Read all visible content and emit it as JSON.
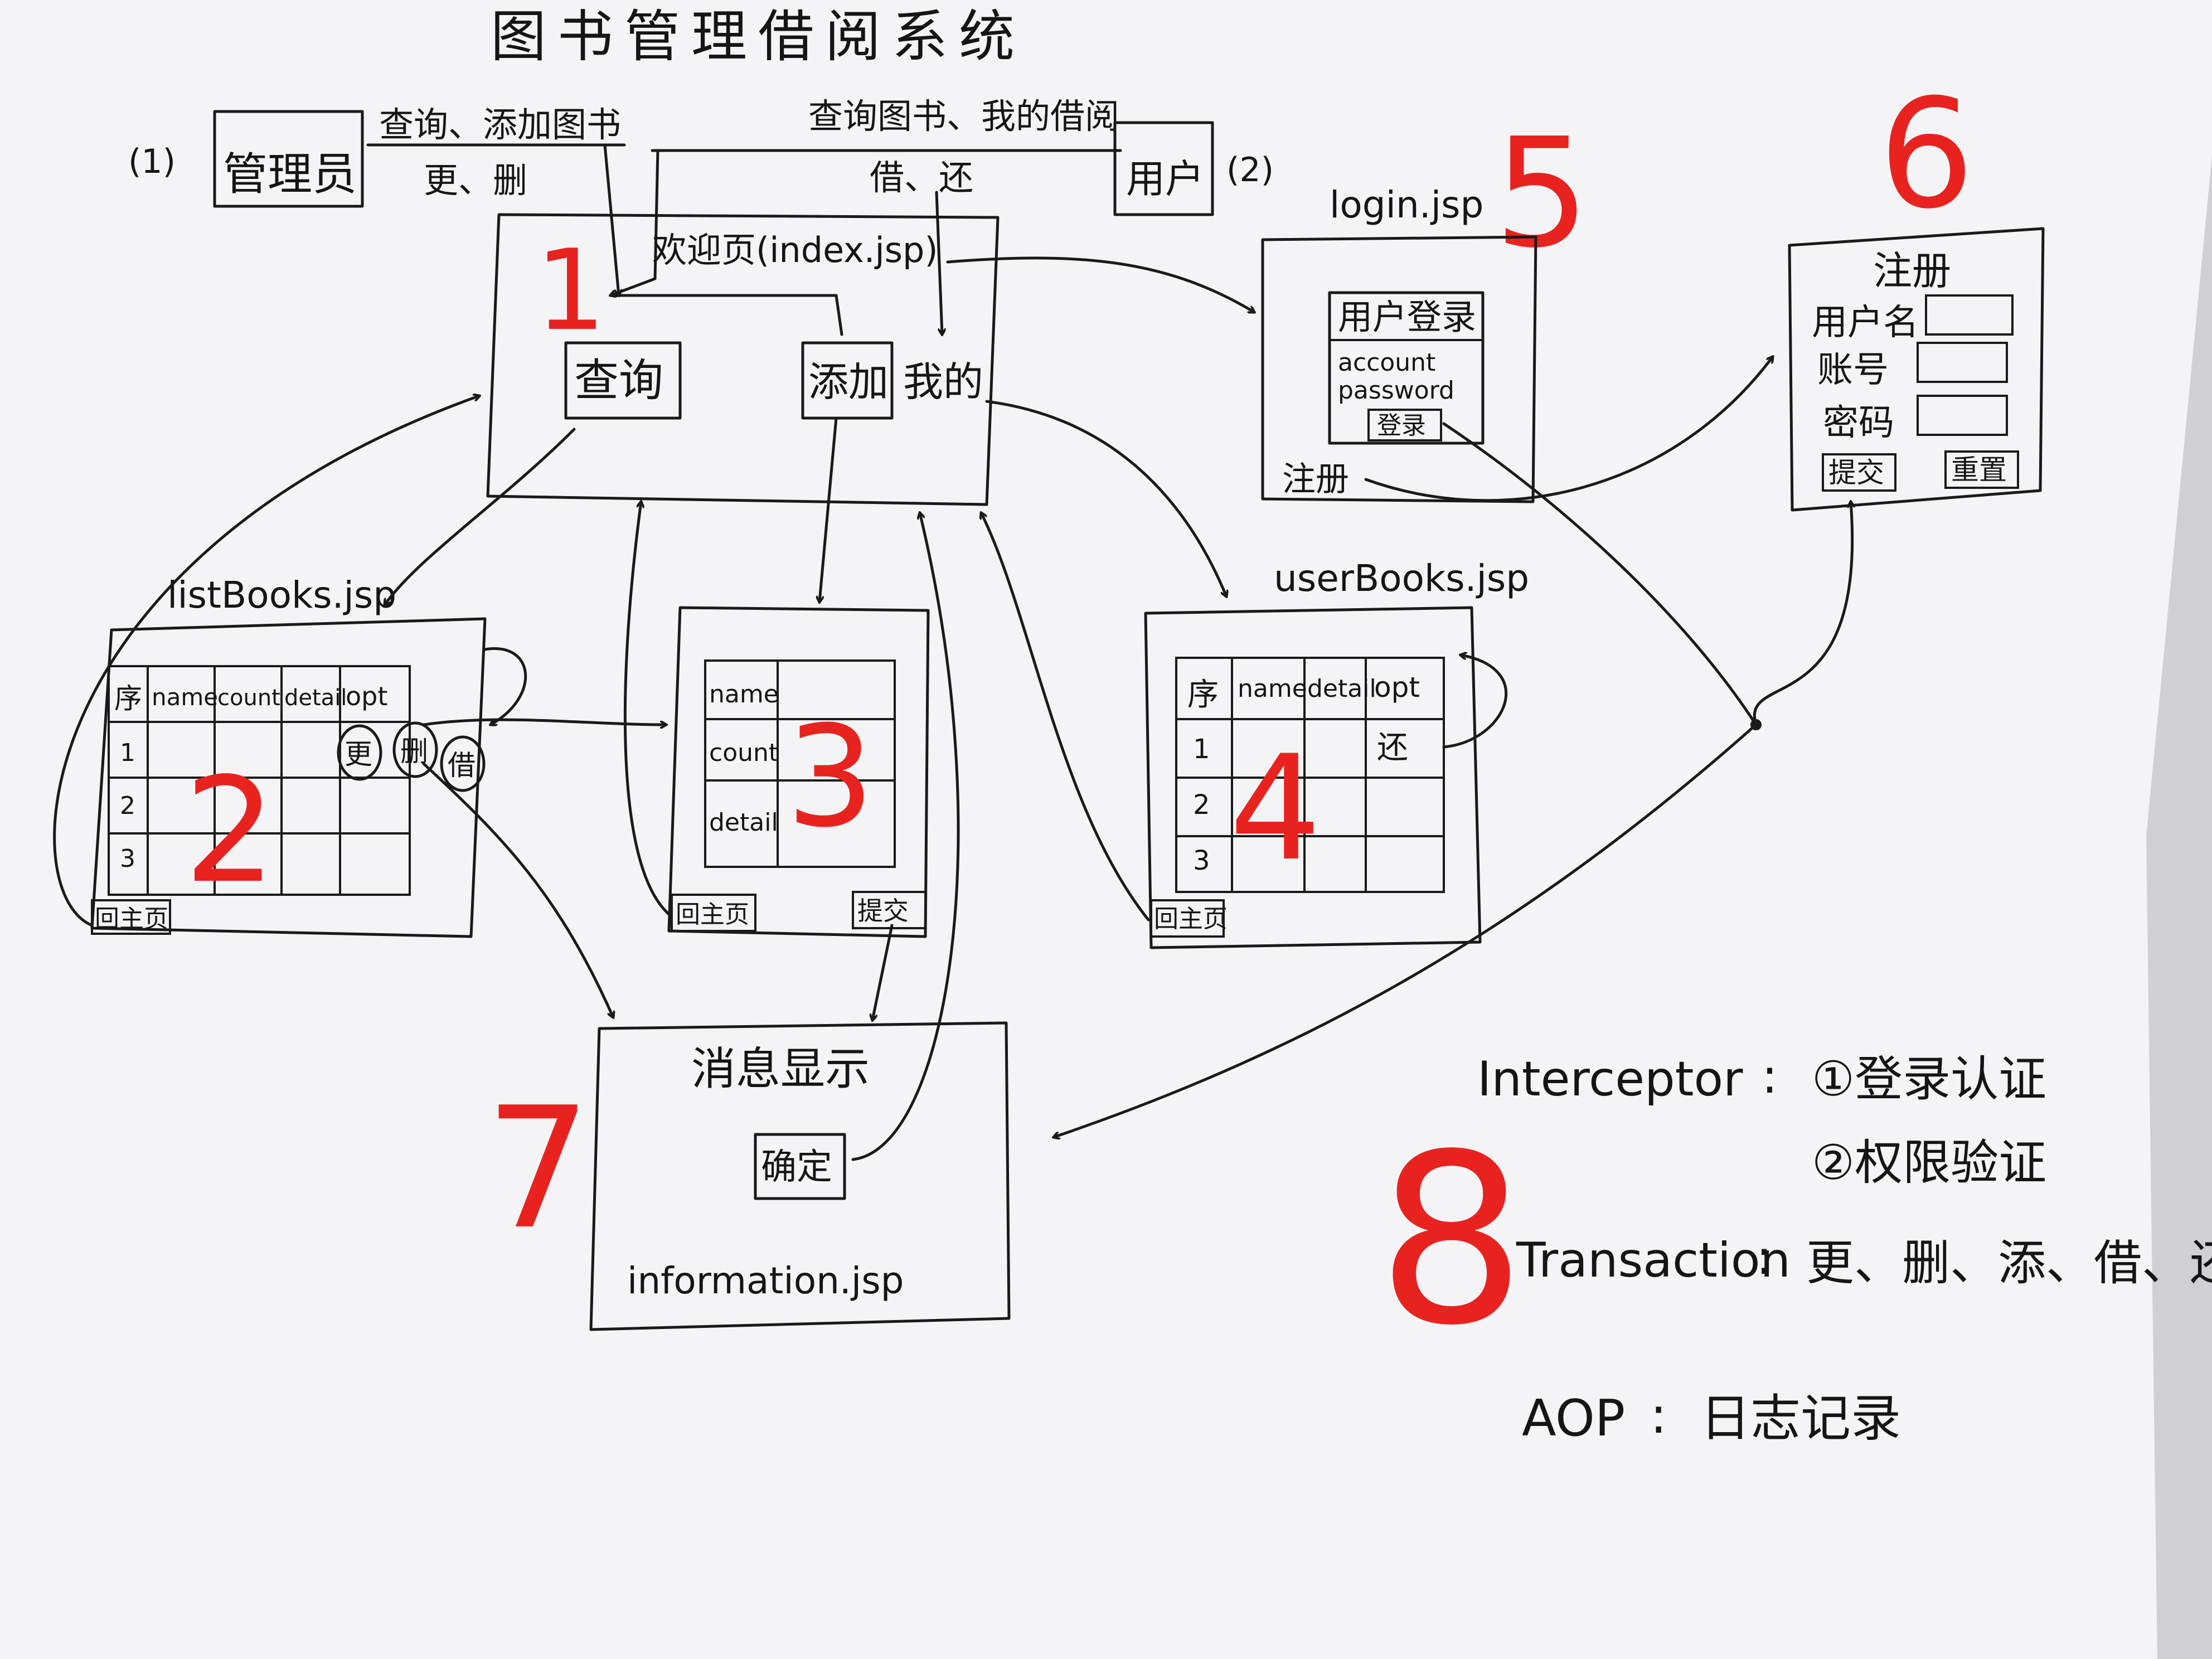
{
  "title": "图书管理借阅系统",
  "actors": {
    "admin": {
      "index": "(1)",
      "label": "管理员",
      "actions_line1": "查询、添加图书",
      "actions_line2": "更、删"
    },
    "user": {
      "index": "(2)",
      "label": "用户",
      "actions_line1": "查询图书、我的借阅",
      "actions_line2": "借、还"
    }
  },
  "pages": {
    "index": {
      "number": "1",
      "title": "欢迎页(index.jsp)",
      "buttons": [
        "查询",
        "添加",
        "我的"
      ]
    },
    "listBooks": {
      "number": "2",
      "file": "listBooks.jsp",
      "headers": [
        "序",
        "name",
        "count",
        "detail",
        "opt"
      ],
      "rows": [
        "1",
        "2",
        "3"
      ],
      "ops": [
        "更",
        "删",
        "借"
      ],
      "back": "回主页"
    },
    "addBook": {
      "number": "3",
      "fields": [
        "name",
        "count",
        "detail"
      ],
      "back": "回主页",
      "submit": "提交"
    },
    "userBooks": {
      "number": "4",
      "file": "userBooks.jsp",
      "headers": [
        "序",
        "name",
        "detail",
        "opt"
      ],
      "rows": [
        "1",
        "2",
        "3"
      ],
      "op": "还",
      "back": "回主页"
    },
    "login": {
      "number": "5",
      "file": "login.jsp",
      "box_title": "用户登录",
      "account": "account",
      "password": "password",
      "login_button": "登录",
      "register_link": "注册"
    },
    "register": {
      "number": "6",
      "title": "注册",
      "fields": [
        "用户名",
        "账号",
        "密码"
      ],
      "submit": "提交",
      "reset": "重置"
    },
    "information": {
      "number": "7",
      "title": "消息显示",
      "confirm": "确定",
      "file": "information.jsp"
    }
  },
  "notes": {
    "number": "8",
    "interceptor_label": "Interceptor",
    "interceptor_1": "①登录认证",
    "interceptor_2": "②权限验证",
    "transaction_label": "Transaction",
    "transaction_ops": "更、删、添、借、还",
    "aop_label": "AOP",
    "aop_value": "日志记录"
  }
}
